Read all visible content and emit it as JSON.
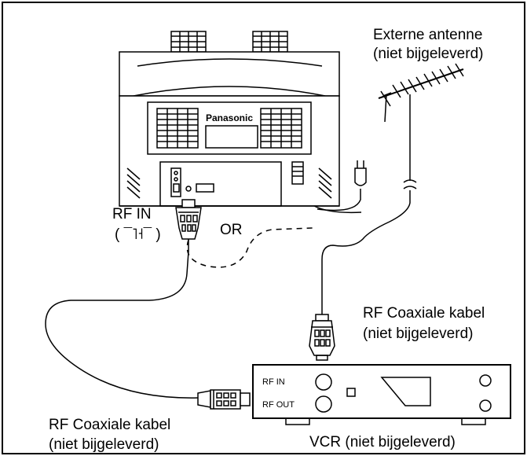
{
  "antenna": {
    "line1": "Externe  antenne",
    "line2": "(niet bijgeleverd)"
  },
  "tv": {
    "brand": "Panasonic"
  },
  "rf_in": {
    "label": "RF IN",
    "symbol": "( ¯˥˧¯ )"
  },
  "or_label": "OR",
  "coax_right": {
    "line1": "RF Coaxiale kabel",
    "line2": "(niet bijgeleverd)"
  },
  "coax_left": {
    "line1": "RF Coaxiale kabel",
    "line2": "(niet bijgeleverd)"
  },
  "vcr": {
    "rf_in": "RF IN",
    "rf_out": "RF OUT",
    "caption": "VCR (niet bijgeleverd)"
  },
  "colors": {
    "line": "#000000",
    "background": "#ffffff"
  }
}
